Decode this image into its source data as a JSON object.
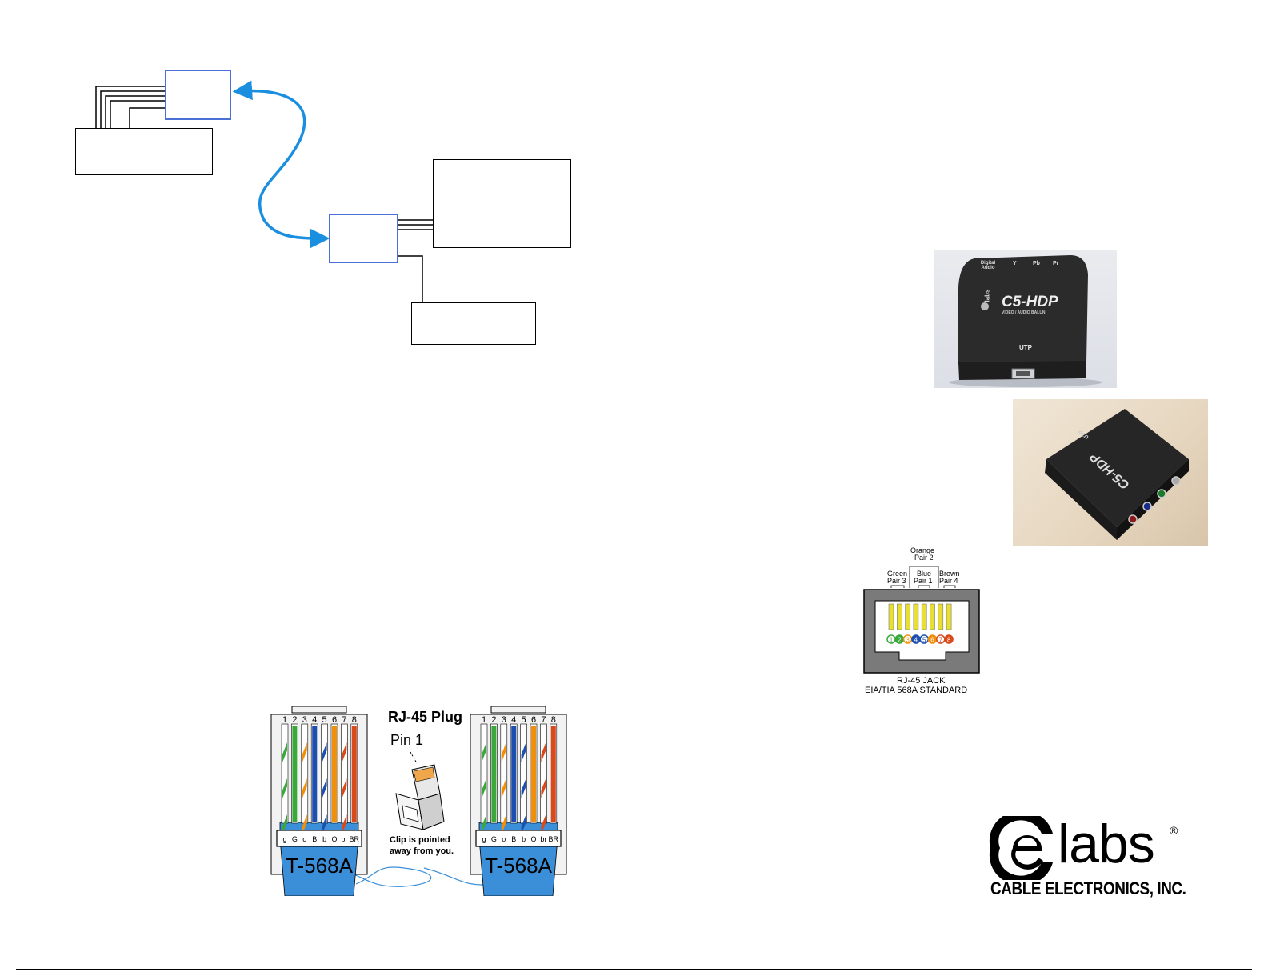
{
  "product": {
    "model": "C5-HDP",
    "subtitle": "VIDEO / AUDIO BALUN",
    "brand_small": "labs",
    "ports_top": [
      "Digital Audio",
      "Y",
      "Pb",
      "Pr"
    ],
    "port_bottom": "UTP"
  },
  "jack": {
    "pair_labels": {
      "orange_top": "Orange",
      "orange_pair": "Pair 2",
      "green": "Green",
      "green_pair": "Pair 3",
      "blue": "Blue",
      "blue_pair": "Pair 1",
      "brown": "Brown",
      "brown_pair": "Pair 4"
    },
    "pins": [
      "1",
      "2",
      "3",
      "4",
      "5",
      "6",
      "7",
      "8"
    ],
    "caption1": "RJ-45 JACK",
    "caption2": "EIA/TIA 568A STANDARD"
  },
  "plug_diagram": {
    "title": "RJ-45 Plug",
    "pin_label": "Pin 1",
    "clip_note_1": "Clip is pointed",
    "clip_note_2": "away from you.",
    "standard_left": "T-568A",
    "standard_right": "T-568A",
    "pin_numbers": [
      "1",
      "2",
      "3",
      "4",
      "5",
      "6",
      "7",
      "8"
    ],
    "wire_codes": [
      "g",
      "G",
      "o",
      "B",
      "b",
      "O",
      "br",
      "BR"
    ]
  },
  "logo": {
    "mark": "e",
    "name": "labs",
    "registered": "®",
    "company": "CABLE ELECTRONICS, INC."
  },
  "colors": {
    "balun_blue": "#4a6fd6",
    "arrow_blue": "#1a8fe0",
    "plug_blue": "#3b8fd8",
    "green": "#3aa83a",
    "orange": "#f0900a",
    "blue": "#1c4fb0",
    "brown": "#d84a1a"
  }
}
